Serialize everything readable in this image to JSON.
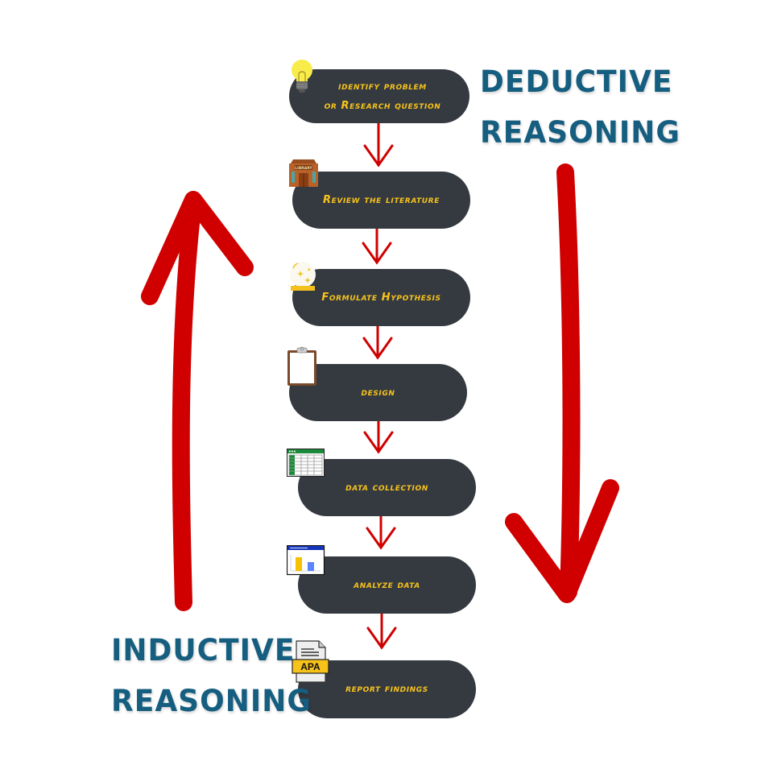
{
  "diagram": {
    "title": "Research process: deductive vs inductive reasoning",
    "colors": {
      "step_box": "#353a41",
      "step_text": "#f7c31a",
      "arrow": "#d00000",
      "reasoning_text": "#165e80"
    },
    "steps": [
      {
        "label": "identify problem\nor Research question",
        "icon": "lightbulb-icon"
      },
      {
        "label": "Review the literature",
        "icon": "library-icon"
      },
      {
        "label": "Formulate Hypothesis",
        "icon": "crystal-ball-icon"
      },
      {
        "label": "design",
        "icon": "clipboard-icon"
      },
      {
        "label": "data collection",
        "icon": "spreadsheet-icon"
      },
      {
        "label": "analyze data",
        "icon": "bar-chart-icon"
      },
      {
        "label": "report findings",
        "icon": "apa-document-icon"
      }
    ],
    "icon_texts": {
      "library": "LIBRARY",
      "apa": "APA"
    },
    "deductive": {
      "line1": "DEDUCTIVE",
      "line2": "REASONING",
      "direction": "down"
    },
    "inductive": {
      "line1": "INDUCTIVE",
      "line2": "REASONING",
      "direction": "up"
    }
  }
}
